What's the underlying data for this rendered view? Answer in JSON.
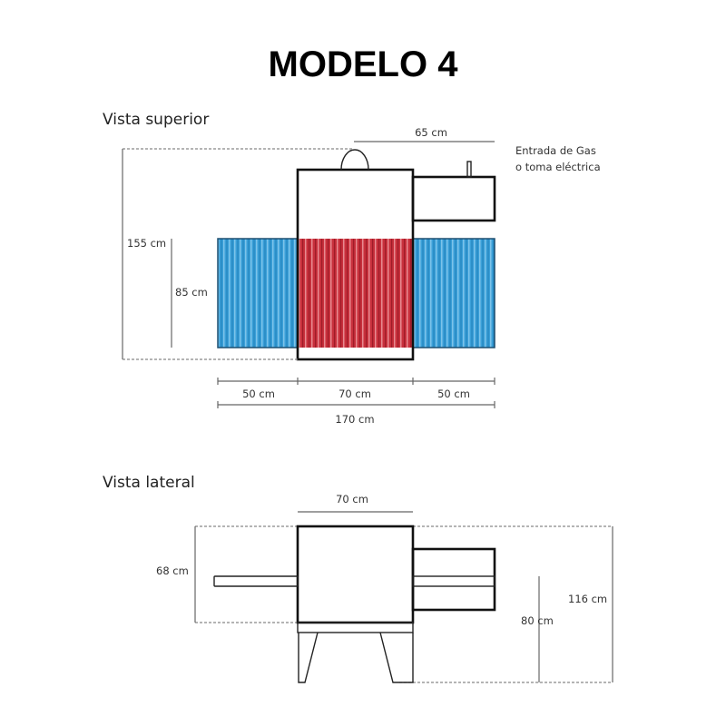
{
  "title": "MODELO 4",
  "top_view": {
    "heading": "Vista superior",
    "gas_label_line1": "Entrada de Gas",
    "gas_label_line2": "o toma eléctrica",
    "dims": {
      "width_side_box": "65 cm",
      "depth_total": "155 cm",
      "depth_belt": "85 cm",
      "left": "50 cm",
      "center": "70 cm",
      "right": "50 cm",
      "total": "170 cm"
    }
  },
  "side_view": {
    "heading": "Vista lateral",
    "dims": {
      "width": "70 cm",
      "height_oven": "68 cm",
      "height_belt": "80 cm",
      "height_total": "116 cm"
    }
  },
  "colors": {
    "cool_zone": "#3a9fd8",
    "hot_zone": "#c8303c"
  }
}
